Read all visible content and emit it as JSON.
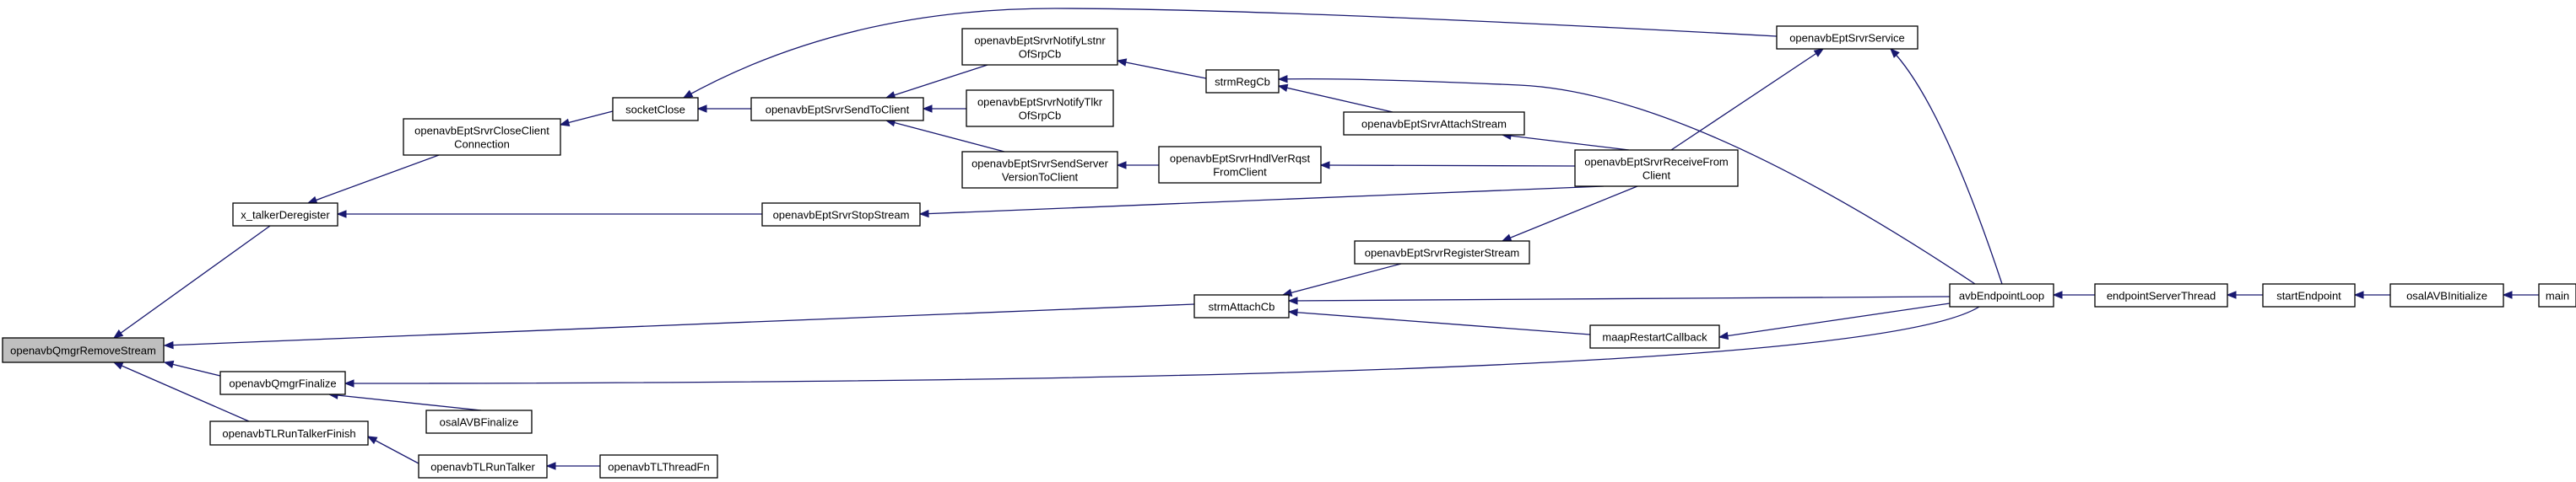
{
  "colors": {
    "edge": "#191970",
    "node_border": "#000000",
    "root_fill": "#bfbfbf",
    "node_fill": "#ffffff"
  },
  "nodes": [
    {
      "id": "root",
      "lines": [
        "openavbQmgrRemoveStream"
      ]
    },
    {
      "id": "talkerDereg",
      "lines": [
        "x_talkerDeregister"
      ]
    },
    {
      "id": "qmgrFinalize",
      "lines": [
        "openavbQmgrFinalize"
      ]
    },
    {
      "id": "tlRunTalkerFinish",
      "lines": [
        "openavbTLRunTalkerFinish"
      ]
    },
    {
      "id": "closeClientConn",
      "lines": [
        "openavbEptSrvrCloseClient",
        "Connection"
      ]
    },
    {
      "id": "stopStream",
      "lines": [
        "openavbEptSrvrStopStream"
      ]
    },
    {
      "id": "strmAttachCb",
      "lines": [
        "strmAttachCb"
      ]
    },
    {
      "id": "osalAVBFinalize",
      "lines": [
        "osalAVBFinalize"
      ]
    },
    {
      "id": "tlRunTalker",
      "lines": [
        "openavbTLRunTalker"
      ]
    },
    {
      "id": "tlThreadFn",
      "lines": [
        "openavbTLThreadFn"
      ]
    },
    {
      "id": "socketClose",
      "lines": [
        "socketClose"
      ]
    },
    {
      "id": "sendToClient",
      "lines": [
        "openavbEptSrvrSendToClient"
      ]
    },
    {
      "id": "notifyLstnr",
      "lines": [
        "openavbEptSrvrNotifyLstnr",
        "OfSrpCb"
      ]
    },
    {
      "id": "notifyTlkr",
      "lines": [
        "openavbEptSrvrNotifyTlkr",
        "OfSrpCb"
      ]
    },
    {
      "id": "sendServerVer",
      "lines": [
        "openavbEptSrvrSendServer",
        "VersionToClient"
      ]
    },
    {
      "id": "hndlVerRqst",
      "lines": [
        "openavbEptSrvrHndlVerRqst",
        "FromClient"
      ]
    },
    {
      "id": "strmRegCb",
      "lines": [
        "strmRegCb"
      ]
    },
    {
      "id": "attachStream",
      "lines": [
        "openavbEptSrvrAttachStream"
      ]
    },
    {
      "id": "registerStream",
      "lines": [
        "openavbEptSrvrRegisterStream"
      ]
    },
    {
      "id": "maapRestart",
      "lines": [
        "maapRestartCallback"
      ]
    },
    {
      "id": "receiveFromClient",
      "lines": [
        "openavbEptSrvrReceiveFrom",
        "Client"
      ]
    },
    {
      "id": "eptSrvrService",
      "lines": [
        "openavbEptSrvrService"
      ]
    },
    {
      "id": "avbEndpointLoop",
      "lines": [
        "avbEndpointLoop"
      ]
    },
    {
      "id": "endpointServerThread",
      "lines": [
        "endpointServerThread"
      ]
    },
    {
      "id": "startEndpoint",
      "lines": [
        "startEndpoint"
      ]
    },
    {
      "id": "osalAVBInitialize",
      "lines": [
        "osalAVBInitialize"
      ]
    },
    {
      "id": "main",
      "lines": [
        "main"
      ]
    }
  ]
}
